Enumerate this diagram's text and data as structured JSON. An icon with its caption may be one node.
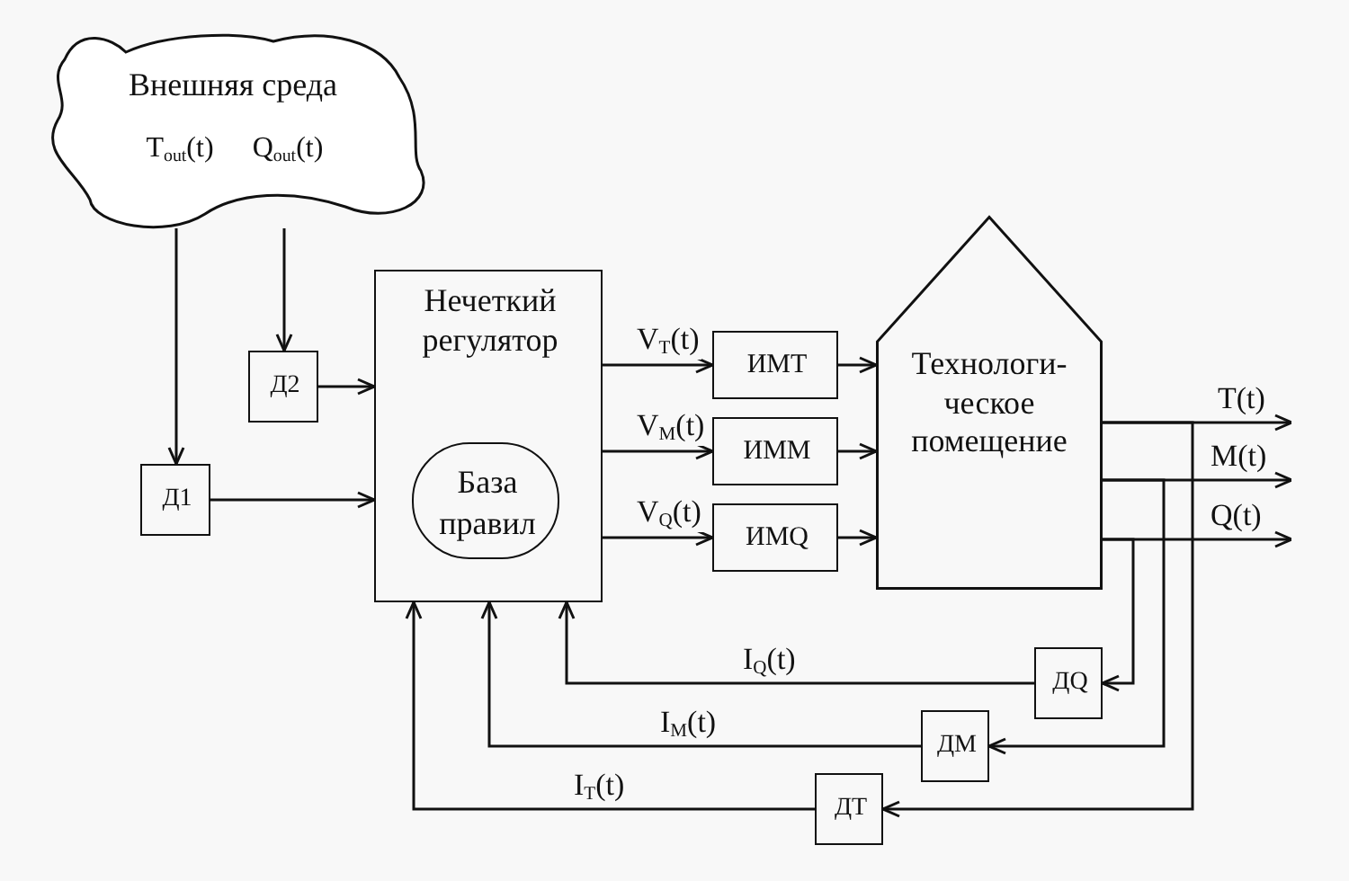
{
  "diagram": {
    "nodes": [
      {
        "text": [
          "Внешняя среда",
          "T$_{out}$(t)",
          "Q$_{out}$(t)"
        ]
      },
      {
        "text": [
          "Д2"
        ]
      },
      {
        "text": [
          "Д1"
        ]
      },
      {
        "text": [
          "Нечеткий регулятор"
        ]
      },
      {
        "text": [
          "База правил"
        ],
        "in": 3
      },
      {
        "text": [
          "ИМТ"
        ]
      },
      {
        "text": [
          "ИММ"
        ]
      },
      {
        "text": [
          "ИМQ"
        ]
      },
      {
        "text": [
          "Технологи- ческое помещение"
        ]
      },
      {
        "text": [
          "ДQ"
        ]
      },
      {
        "text": [
          "ДМ"
        ]
      },
      {
        "text": [
          "ДТ"
        ]
      }
    ],
    "edges": [
      {
        "from": 0,
        "to": 2,
        "arrow": "to"
      },
      {
        "from": 0,
        "to": 1,
        "arrow": "to"
      },
      {
        "from": 1,
        "to": 3,
        "arrow": "to"
      },
      {
        "from": 2,
        "to": 3,
        "arrow": "to"
      },
      {
        "from": 3,
        "to": 5,
        "arrow": "to",
        "label": "V$_{T}$(t)"
      },
      {
        "from": 3,
        "to": 6,
        "arrow": "to",
        "label": "V$_{M}$(t)"
      },
      {
        "from": 3,
        "to": 7,
        "arrow": "to",
        "label": "V$_{Q}$(t)"
      },
      {
        "from": 5,
        "to": 8,
        "arrow": "to"
      },
      {
        "from": 6,
        "to": 8,
        "arrow": "to"
      },
      {
        "from": 7,
        "to": 8,
        "arrow": "to"
      },
      {
        "from": 8,
        "to": null,
        "arrow": "to",
        "label": "T(t)"
      },
      {
        "from": 8,
        "to": null,
        "arrow": "to",
        "label": "M(t)"
      },
      {
        "from": 8,
        "to": null,
        "arrow": "to",
        "label": "Q(t)"
      },
      {
        "from": 8,
        "to": 9,
        "arrow": "to"
      },
      {
        "from": 8,
        "to": 10,
        "arrow": "to"
      },
      {
        "from": 8,
        "to": 11,
        "arrow": "to"
      },
      {
        "from": 9,
        "to": 3,
        "arrow": "to",
        "label": "I$_{Q}$(t)"
      },
      {
        "from": 10,
        "to": 3,
        "arrow": "to",
        "label": "I$_{M}$(t)"
      },
      {
        "from": 11,
        "to": 3,
        "arrow": "to",
        "label": "I$_{T}$(t)"
      }
    ]
  }
}
